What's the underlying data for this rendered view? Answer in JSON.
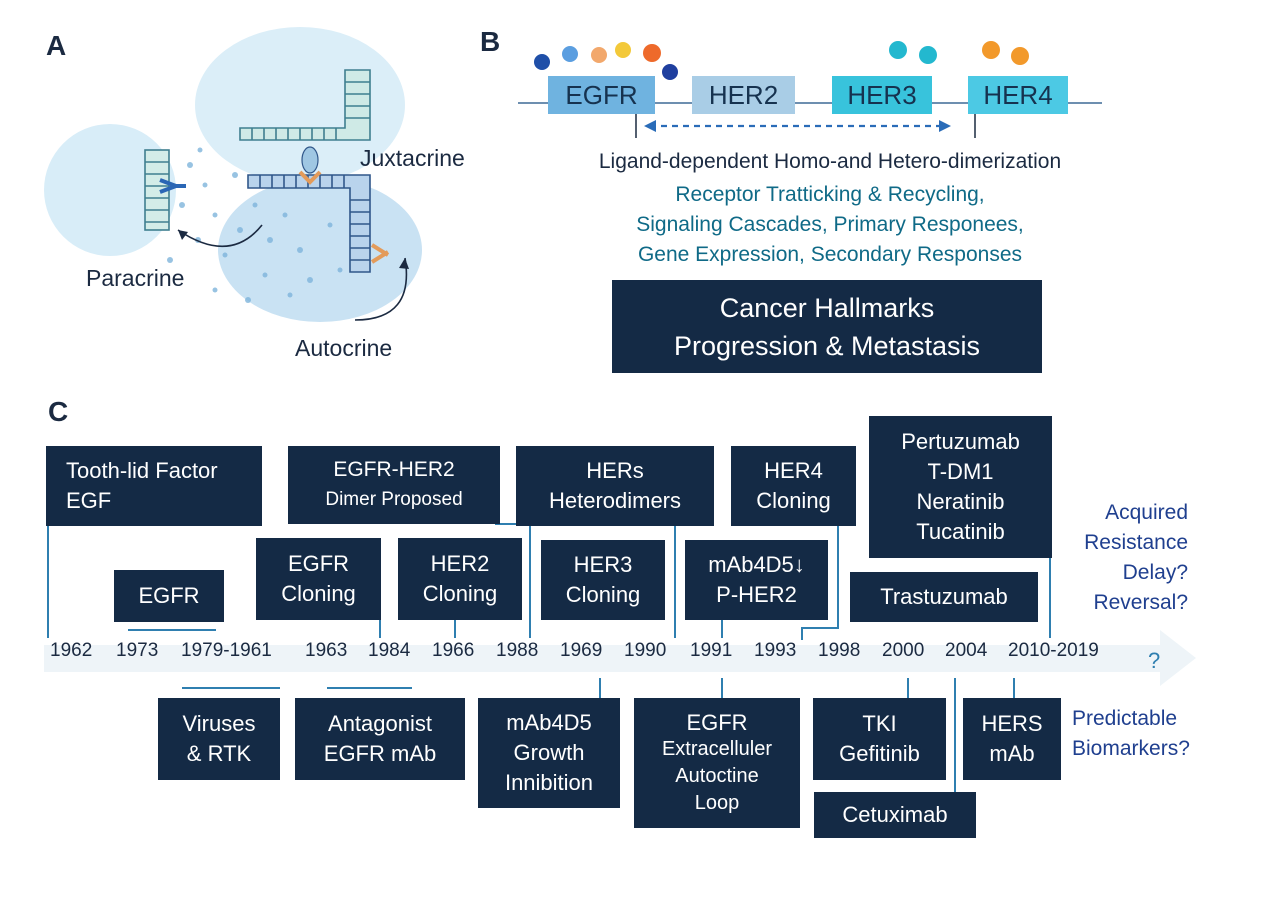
{
  "panel_a": {
    "letter": "A",
    "labels": {
      "juxtacrine": "Juxtacrine",
      "paracrine": "Paracrine",
      "autocrine": "Autocrine"
    }
  },
  "panel_b": {
    "letter": "B",
    "receptors": [
      {
        "label": "EGFR",
        "color": "#6fb3e0"
      },
      {
        "label": "HER2",
        "color": "#a9cde6"
      },
      {
        "label": "HER3",
        "color": "#38c3dc"
      },
      {
        "label": "HER4",
        "color": "#4cc9e4"
      }
    ],
    "dimerization": "Ligand-dependent Homo-and Hetero-dimerization",
    "processes": [
      "Receptor Tratticking & Recycling,",
      "Signaling Cascades, Primary Responees,",
      "Gene Expression, Secondary Responses"
    ],
    "outcome": {
      "line1": "Cancer Hallmarks",
      "line2": "Progression & Metastasis"
    }
  },
  "panel_c": {
    "letter": "C",
    "years": [
      "1962",
      "1973",
      "1979-1961",
      "1963",
      "1984",
      "1966",
      "1988",
      "1969",
      "1990",
      "1991",
      "1993",
      "1998",
      "2000",
      "2004",
      "2010-2019"
    ],
    "axis_question": "?",
    "events_top": {
      "tooth_lid": [
        "Tooth-lid Factor",
        "EGF"
      ],
      "egfr": [
        "EGFR"
      ],
      "dimer": [
        "EGFR-HER2",
        "Dimer Proposed"
      ],
      "egfr_cloning": [
        "EGFR",
        "Cloning"
      ],
      "her2_cloning": [
        "HER2",
        "Cloning"
      ],
      "hers_heterodimers": [
        "HERs",
        "Heterodimers"
      ],
      "her3_cloning": [
        "HER3",
        "Cloning"
      ],
      "her4_cloning": [
        "HER4",
        "Cloning"
      ],
      "mab4d5": [
        "mAb4D5↓",
        "P-HER2"
      ],
      "pertuzumab": [
        "Pertuzumab",
        "T-DM1",
        "Neratinib",
        "Tucatinib"
      ],
      "trastuzumab": [
        "Trastuzumab"
      ]
    },
    "events_bottom": {
      "viruses": [
        "Viruses",
        "& RTK"
      ],
      "antagonist": [
        "Antagonist",
        "EGFR mAb"
      ],
      "mab_growth": [
        "mAb4D5",
        "Growth",
        "Innibition"
      ],
      "egfr_loop": [
        "EGFR",
        "Extracelluler",
        "Autoctine",
        "Loop"
      ],
      "tki": [
        "TKI",
        "Gefitinib"
      ],
      "cetuximab": [
        "Cetuximab"
      ],
      "hers_mab": [
        "HERS",
        "mAb"
      ]
    },
    "questions": {
      "resistance": [
        "Acquired",
        "Resistance",
        "Delay?",
        "Reversal?"
      ],
      "biomarkers": [
        "Predictable",
        "Biomarkers?"
      ]
    }
  },
  "colors": {
    "navy": "#142a45",
    "teal_text": "#0f6a87",
    "question_blue": "#1f3f8f",
    "timeline_line": "#2f7fb0"
  }
}
